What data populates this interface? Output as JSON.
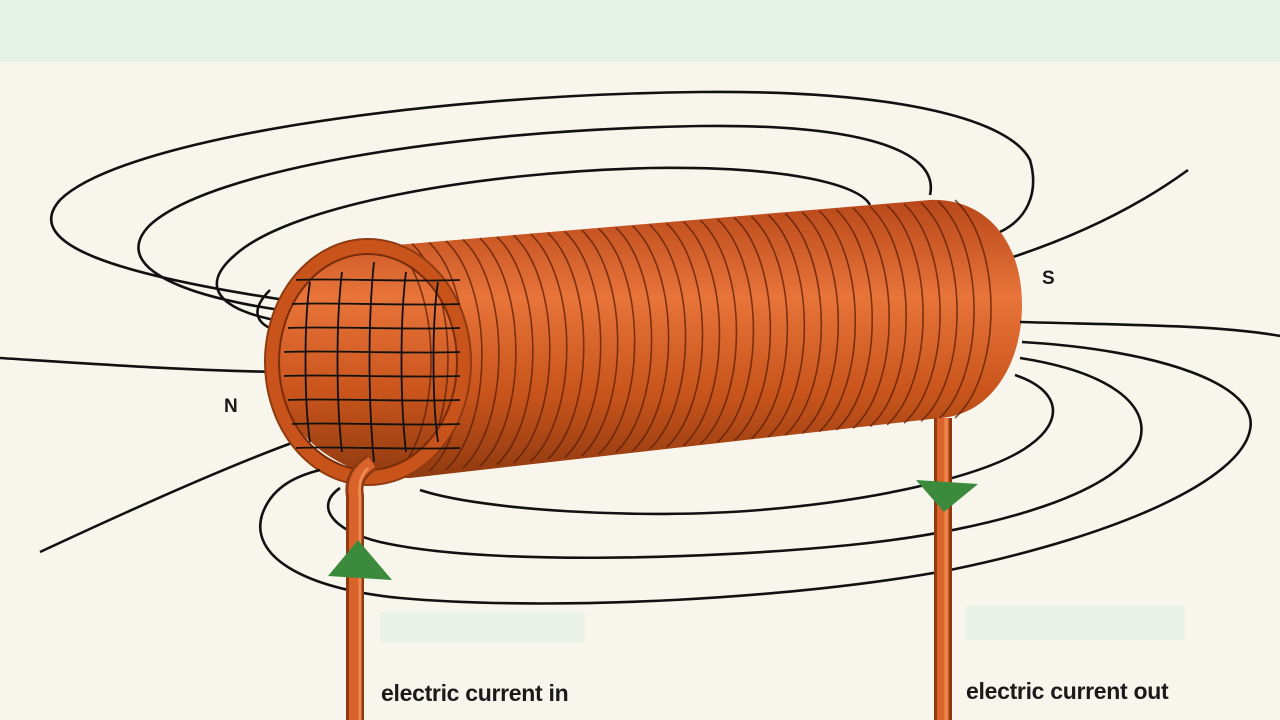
{
  "diagram": {
    "poles": {
      "north": "N",
      "south": "S"
    },
    "current_labels": {
      "in": "electric current in",
      "out": "electric current out"
    }
  },
  "colors": {
    "background": "#f7f5ec",
    "top_band": "#e4f1e5",
    "copper_dark": "#8f3a10",
    "copper_mid": "#c8541c",
    "copper_light": "#e8743a",
    "field_line": "#111111",
    "arrow": "#3c8a3c"
  }
}
